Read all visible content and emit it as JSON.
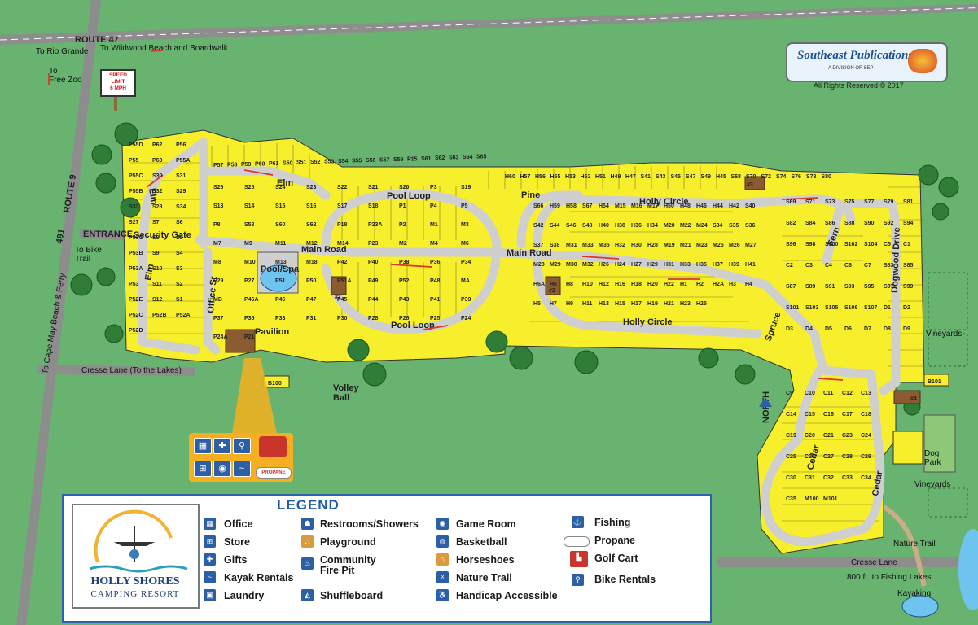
{
  "roads": {
    "route47": "ROUTE 47",
    "to_rio_grande": "To Rio Grande",
    "to_wildwood": "To Wildwood Beach and Boardwalk",
    "to_free_zoo": "To\nFree Zoo",
    "route9": "ROUTE 9",
    "route491": "491",
    "to_cape_may": "To Cape May Beach & Ferry",
    "entrance": "ENTRANCE",
    "security_gate": "Security Gate",
    "to_bike_trail": "To Bike\nTrail",
    "cresse_lane_lakes": "Cresse Lane (To the Lakes)",
    "cresse_lane": "Cresse Lane",
    "fishing_lakes": "800 ft. to Fishing Lakes"
  },
  "streets": {
    "main_road": "Main Road",
    "pool_loop": "Pool Loop",
    "elm": "Elm",
    "pine": "Pine",
    "holly_circle": "Holly Circle",
    "office_st": "Office St",
    "fern": "Fern",
    "spruce": "Spruce",
    "cedar": "Cedar",
    "dogwood_drive": "Dogwood Drive"
  },
  "places": {
    "pool_spa": "Pool/Spa",
    "pavilion": "Pavilion",
    "volley_ball": "Volley\nBall",
    "b100": "B100",
    "b101": "B101",
    "vineyards": "Vineyards",
    "vineyards2": "Vineyards",
    "dog_park": "Dog\nPark",
    "nature_trail": "Nature Trail",
    "kayaking": "Kayaking",
    "north": "NORTH",
    "restroom1": "#1",
    "restroom2": "#2",
    "restroom3": "#3",
    "restroom4": "#4",
    "speed_limit": "SPEED\nLIMIT\n6 MPH"
  },
  "publisher": {
    "name": "Southeast Publications",
    "division": "A DIVISION OF SEP",
    "rights": "All Rights Reserved © 2017"
  },
  "sites": {
    "P_west": [
      "P55D",
      "P62",
      "P56",
      "P55",
      "P63",
      "P55A",
      "P55C",
      "S30",
      "S31",
      "P55B",
      "S32",
      "S29",
      "S33",
      "S28",
      "S34",
      "S27",
      "S7",
      "S6",
      "P53C",
      "S8",
      "S5",
      "P53B",
      "S9",
      "S4",
      "P53A",
      "S10",
      "S3",
      "P53",
      "S11",
      "S2",
      "P52E",
      "S12",
      "S1",
      "P52C",
      "P52B",
      "P52A",
      "P52D"
    ],
    "P_north": [
      "P57",
      "P58",
      "P59",
      "P60",
      "P61",
      "S50",
      "S51",
      "S52",
      "S53",
      "S54",
      "S55",
      "S56",
      "S57",
      "S59",
      "P15",
      "S61",
      "S62",
      "S63",
      "S64",
      "S65"
    ],
    "inner_loop1": [
      "S26",
      "S25",
      "S24",
      "S23",
      "S22",
      "S21",
      "S20",
      "P3",
      "S19",
      "S13",
      "S14",
      "S15",
      "S16",
      "S17",
      "S18",
      "P1",
      "P4",
      "P5",
      "P8",
      "S58",
      "S60",
      "S62",
      "P18",
      "P23A",
      "P2",
      "M1",
      "M3",
      "M7",
      "M9",
      "M11",
      "M12",
      "M14",
      "P23",
      "M2",
      "M4",
      "M6",
      "M8",
      "M10",
      "M13",
      "M18",
      "P42",
      "P40",
      "P38",
      "P36",
      "P34",
      "P29",
      "P27",
      "P51",
      "P50",
      "P51A",
      "P49",
      "P52",
      "P48",
      "MA",
      "MB",
      "P46A",
      "P46",
      "P47",
      "P45",
      "P44",
      "P43",
      "P41",
      "P39",
      "P37",
      "P35",
      "P33",
      "P31",
      "P30",
      "P28",
      "P26",
      "P25",
      "P24",
      "P24A",
      "P21"
    ],
    "H_north": [
      "H60",
      "H57",
      "H56",
      "H55",
      "H53",
      "H52",
      "H51",
      "H49",
      "H47",
      "S41",
      "S43",
      "S45",
      "S47",
      "S49",
      "H45",
      "S68",
      "S70",
      "S72",
      "S74",
      "S76",
      "S78",
      "S80"
    ],
    "H_area": [
      "S66",
      "H59",
      "H58",
      "S67",
      "H54",
      "M15",
      "M16",
      "M17",
      "H50",
      "H48",
      "H46",
      "H44",
      "H42",
      "S40",
      "S42",
      "S44",
      "S46",
      "S48",
      "H40",
      "H38",
      "H36",
      "H34",
      "M20",
      "M22",
      "M24",
      "S34",
      "S35",
      "S36",
      "S37",
      "S38",
      "M31",
      "M33",
      "M35",
      "H32",
      "H30",
      "H28",
      "M19",
      "M21",
      "M23",
      "M25",
      "M26",
      "M27",
      "M28",
      "M29",
      "M30",
      "M32",
      "H26",
      "H24",
      "H27",
      "H29",
      "H31",
      "H33",
      "H35",
      "H37",
      "H39",
      "H41",
      "H6A",
      "H6",
      "H8",
      "H10",
      "H12",
      "H16",
      "H18",
      "H20",
      "H22",
      "H1",
      "H2",
      "H2A",
      "H3",
      "H4",
      "H5",
      "H7",
      "H9",
      "H11",
      "H13",
      "H15",
      "H17",
      "H19",
      "H21",
      "H23",
      "H25"
    ],
    "S_east": [
      "S69",
      "S71",
      "S73",
      "S75",
      "S77",
      "S79",
      "S81",
      "S82",
      "S84",
      "S86",
      "S88",
      "S90",
      "S92",
      "S94",
      "S96",
      "S98",
      "S100",
      "S102",
      "S104",
      "C5",
      "C1",
      "C2",
      "C3",
      "C4",
      "C6",
      "C7",
      "S83",
      "S85",
      "S87",
      "S89",
      "S91",
      "S93",
      "S95",
      "S97",
      "S99",
      "S101",
      "S103",
      "S105",
      "S106",
      "S107",
      "D1",
      "D2",
      "D3",
      "D4",
      "D5",
      "D6",
      "D7",
      "D8",
      "D9"
    ],
    "C_south": [
      "C9",
      "C10",
      "C11",
      "C12",
      "C13",
      "C14",
      "C15",
      "C16",
      "C17",
      "C18",
      "C19",
      "C20",
      "C21",
      "C23",
      "C24",
      "C25",
      "C26",
      "C27",
      "C28",
      "C29",
      "C30",
      "C31",
      "C32",
      "C33",
      "C34",
      "C35",
      "M100",
      "M101"
    ]
  },
  "legend": {
    "title": "LEGEND",
    "logo_name": "HOLLY SHORES",
    "logo_sub": "CAMPING RESORT",
    "items": [
      {
        "label": "Office",
        "icon": "office-icon"
      },
      {
        "label": "Store",
        "icon": "store-icon"
      },
      {
        "label": "Gifts",
        "icon": "gift-icon"
      },
      {
        "label": "Kayak Rentals",
        "icon": "kayak-icon"
      },
      {
        "label": "Laundry",
        "icon": "laundry-icon"
      },
      {
        "label": "Restrooms/Showers",
        "icon": "restroom-icon"
      },
      {
        "label": "Playground",
        "icon": "playground-icon"
      },
      {
        "label": "Community\nFire Pit",
        "icon": "fire-pit-icon"
      },
      {
        "label": "Shuffleboard",
        "icon": "shuffleboard-icon"
      },
      {
        "label": "Game Room",
        "icon": "game-room-icon"
      },
      {
        "label": "Basketball",
        "icon": "basketball-icon"
      },
      {
        "label": "Horseshoes",
        "icon": "horseshoe-icon"
      },
      {
        "label": "Nature Trail",
        "icon": "hiker-icon"
      },
      {
        "label": "Handicap Accessible",
        "icon": "wheelchair-icon"
      },
      {
        "label": "Fishing",
        "icon": "fishing-icon"
      },
      {
        "label": "Propane",
        "icon": "propane-icon"
      },
      {
        "label": "Golf Cart",
        "icon": "golf-cart-icon"
      },
      {
        "label": "Bike Rentals",
        "icon": "bike-icon"
      }
    ]
  },
  "amenity_panel": {
    "propane_label": "PROPANE"
  },
  "colors": {
    "grass": "#67b36f",
    "site": "#f7ef2c",
    "road": "#cfcfcf",
    "water": "#6fc3ef",
    "legend_blue": "#1f5ba8",
    "arrow": "#d63a2f"
  }
}
